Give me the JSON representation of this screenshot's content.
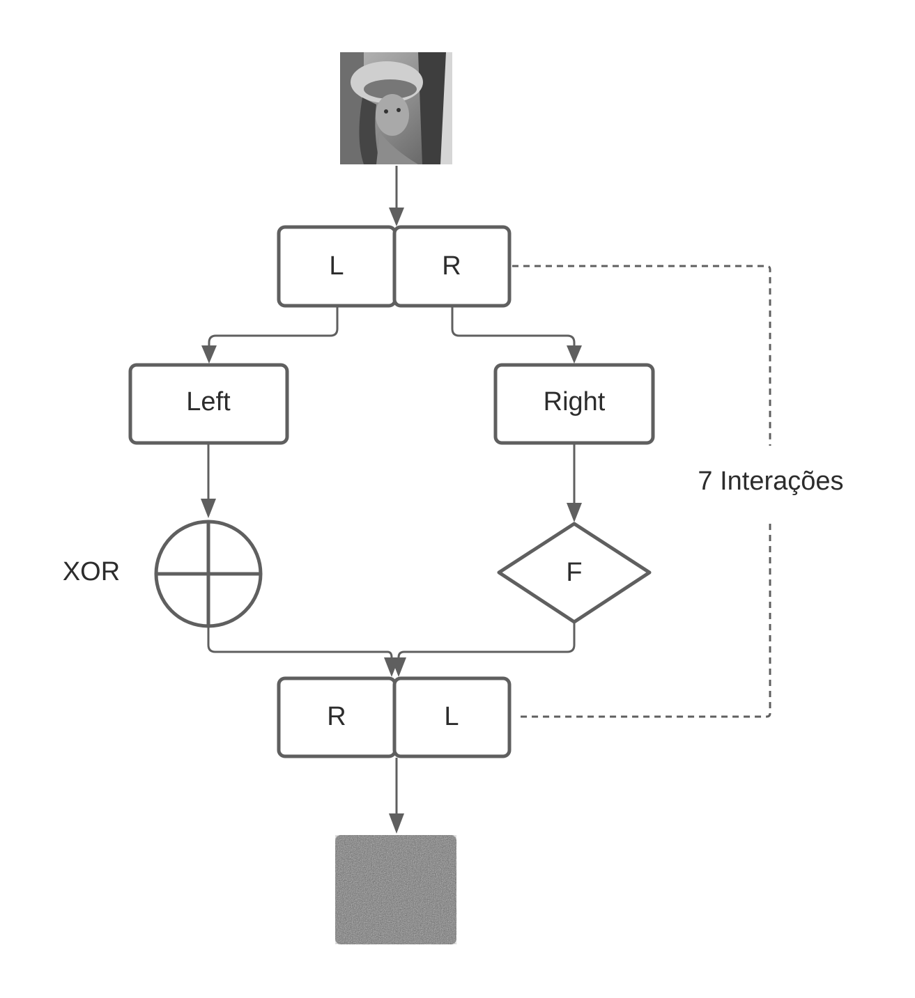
{
  "diagram": {
    "top_pair": {
      "left": "L",
      "right": "R"
    },
    "left_box": "Left",
    "right_box": "Right",
    "xor_label": "XOR",
    "f_label": "F",
    "bottom_pair": {
      "left": "R",
      "right": "L"
    },
    "loop_label": "7 Interações",
    "input_image": "grayscale-portrait-photo",
    "output_image": "noise-encrypted-image"
  },
  "colors": {
    "stroke": "#5f5f5f",
    "text": "#2c2c2c",
    "background": "#ffffff"
  }
}
